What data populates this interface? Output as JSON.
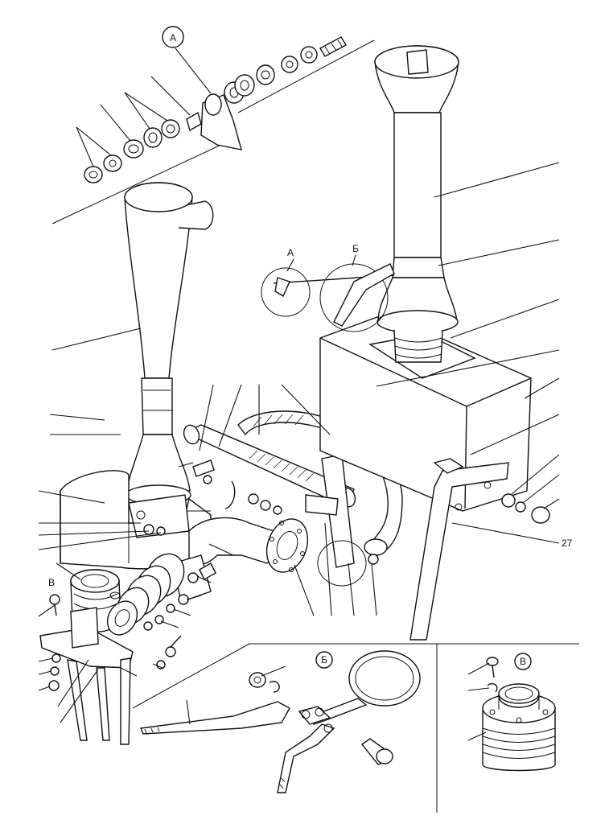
{
  "detail_labels": {
    "a_top": "А",
    "a_small": "А",
    "b_small": "Б",
    "b_detail": "Б",
    "v_small": "В",
    "v_detail": "В"
  },
  "callout_numbers": {
    "bracket": "27"
  }
}
